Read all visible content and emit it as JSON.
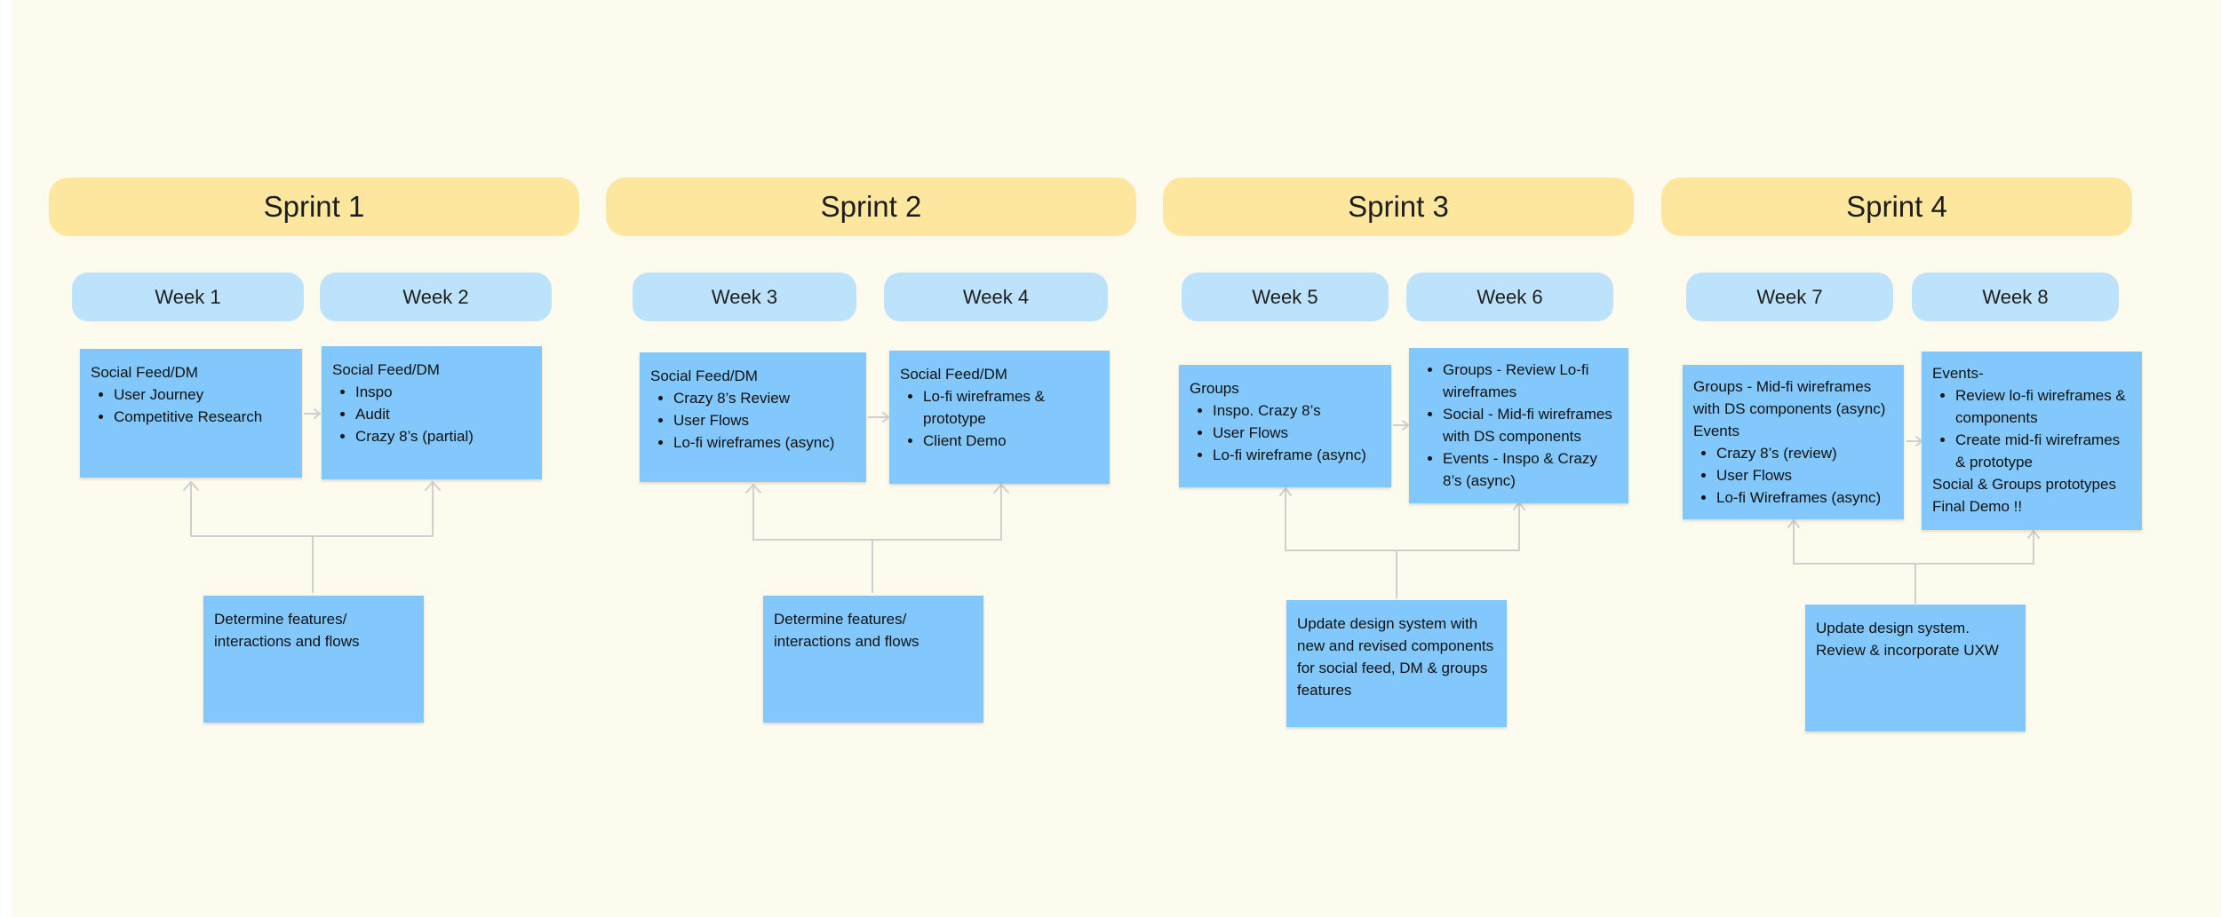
{
  "colors": {
    "canvas": "#fdfbee",
    "sprint": "#fde79f",
    "week": "#bde3fc",
    "sticky": "#83c8fc",
    "connector": "#c8c8c8"
  },
  "sprints": [
    {
      "label": "Sprint 1"
    },
    {
      "label": "Sprint 2"
    },
    {
      "label": "Sprint 3"
    },
    {
      "label": "Sprint 4"
    }
  ],
  "weeks": [
    {
      "label": "Week 1"
    },
    {
      "label": "Week 2"
    },
    {
      "label": "Week 3"
    },
    {
      "label": "Week 4"
    },
    {
      "label": "Week 5"
    },
    {
      "label": "Week 6"
    },
    {
      "label": "Week 7"
    },
    {
      "label": "Week 8"
    }
  ],
  "notes": {
    "w1": {
      "title": "Social Feed/DM",
      "items": [
        "User Journey",
        "Competitive Research"
      ]
    },
    "w2": {
      "title": "Social Feed/DM",
      "items": [
        "Inspo",
        "Audit",
        "Crazy 8’s (partial)"
      ]
    },
    "w3": {
      "title": "Social Feed/DM",
      "items": [
        "Crazy 8’s Review",
        "User Flows",
        "Lo-fi wireframes (async)"
      ]
    },
    "w4": {
      "title": "Social Feed/DM",
      "items": [
        "Lo-fi wireframes & prototype",
        "Client Demo"
      ]
    },
    "w5": {
      "title": "Groups",
      "items": [
        "Inspo. Crazy 8’s",
        "User Flows",
        "Lo-fi wireframe (async)"
      ]
    },
    "w6": {
      "items": [
        "Groups - Review Lo-fi wireframes",
        "Social - Mid-fi wireframes with DS components",
        "Events - Inspo & Crazy 8’s (async)"
      ]
    },
    "w7": {
      "title": "Groups - Mid-fi wireframes with DS components (async)",
      "subtitle": "Events",
      "items": [
        "Crazy 8’s (review)",
        "User Flows",
        "Lo-fi Wireframes (async)"
      ]
    },
    "w8": {
      "title": "Events-",
      "items": [
        "Review lo-fi wireframes & components",
        "Create mid-fi wireframes & prototype"
      ],
      "footer": "Social & Groups prototypes",
      "footer2": "Final Demo !!"
    },
    "s1": {
      "text": "Determine features/ interactions and flows"
    },
    "s2": {
      "text": "Determine features/ interactions and flows"
    },
    "s3": {
      "text": "Update design system with new and revised components for social feed, DM & groups features"
    },
    "s4": {
      "text": "Update design system. Review & incorporate UXW"
    }
  }
}
